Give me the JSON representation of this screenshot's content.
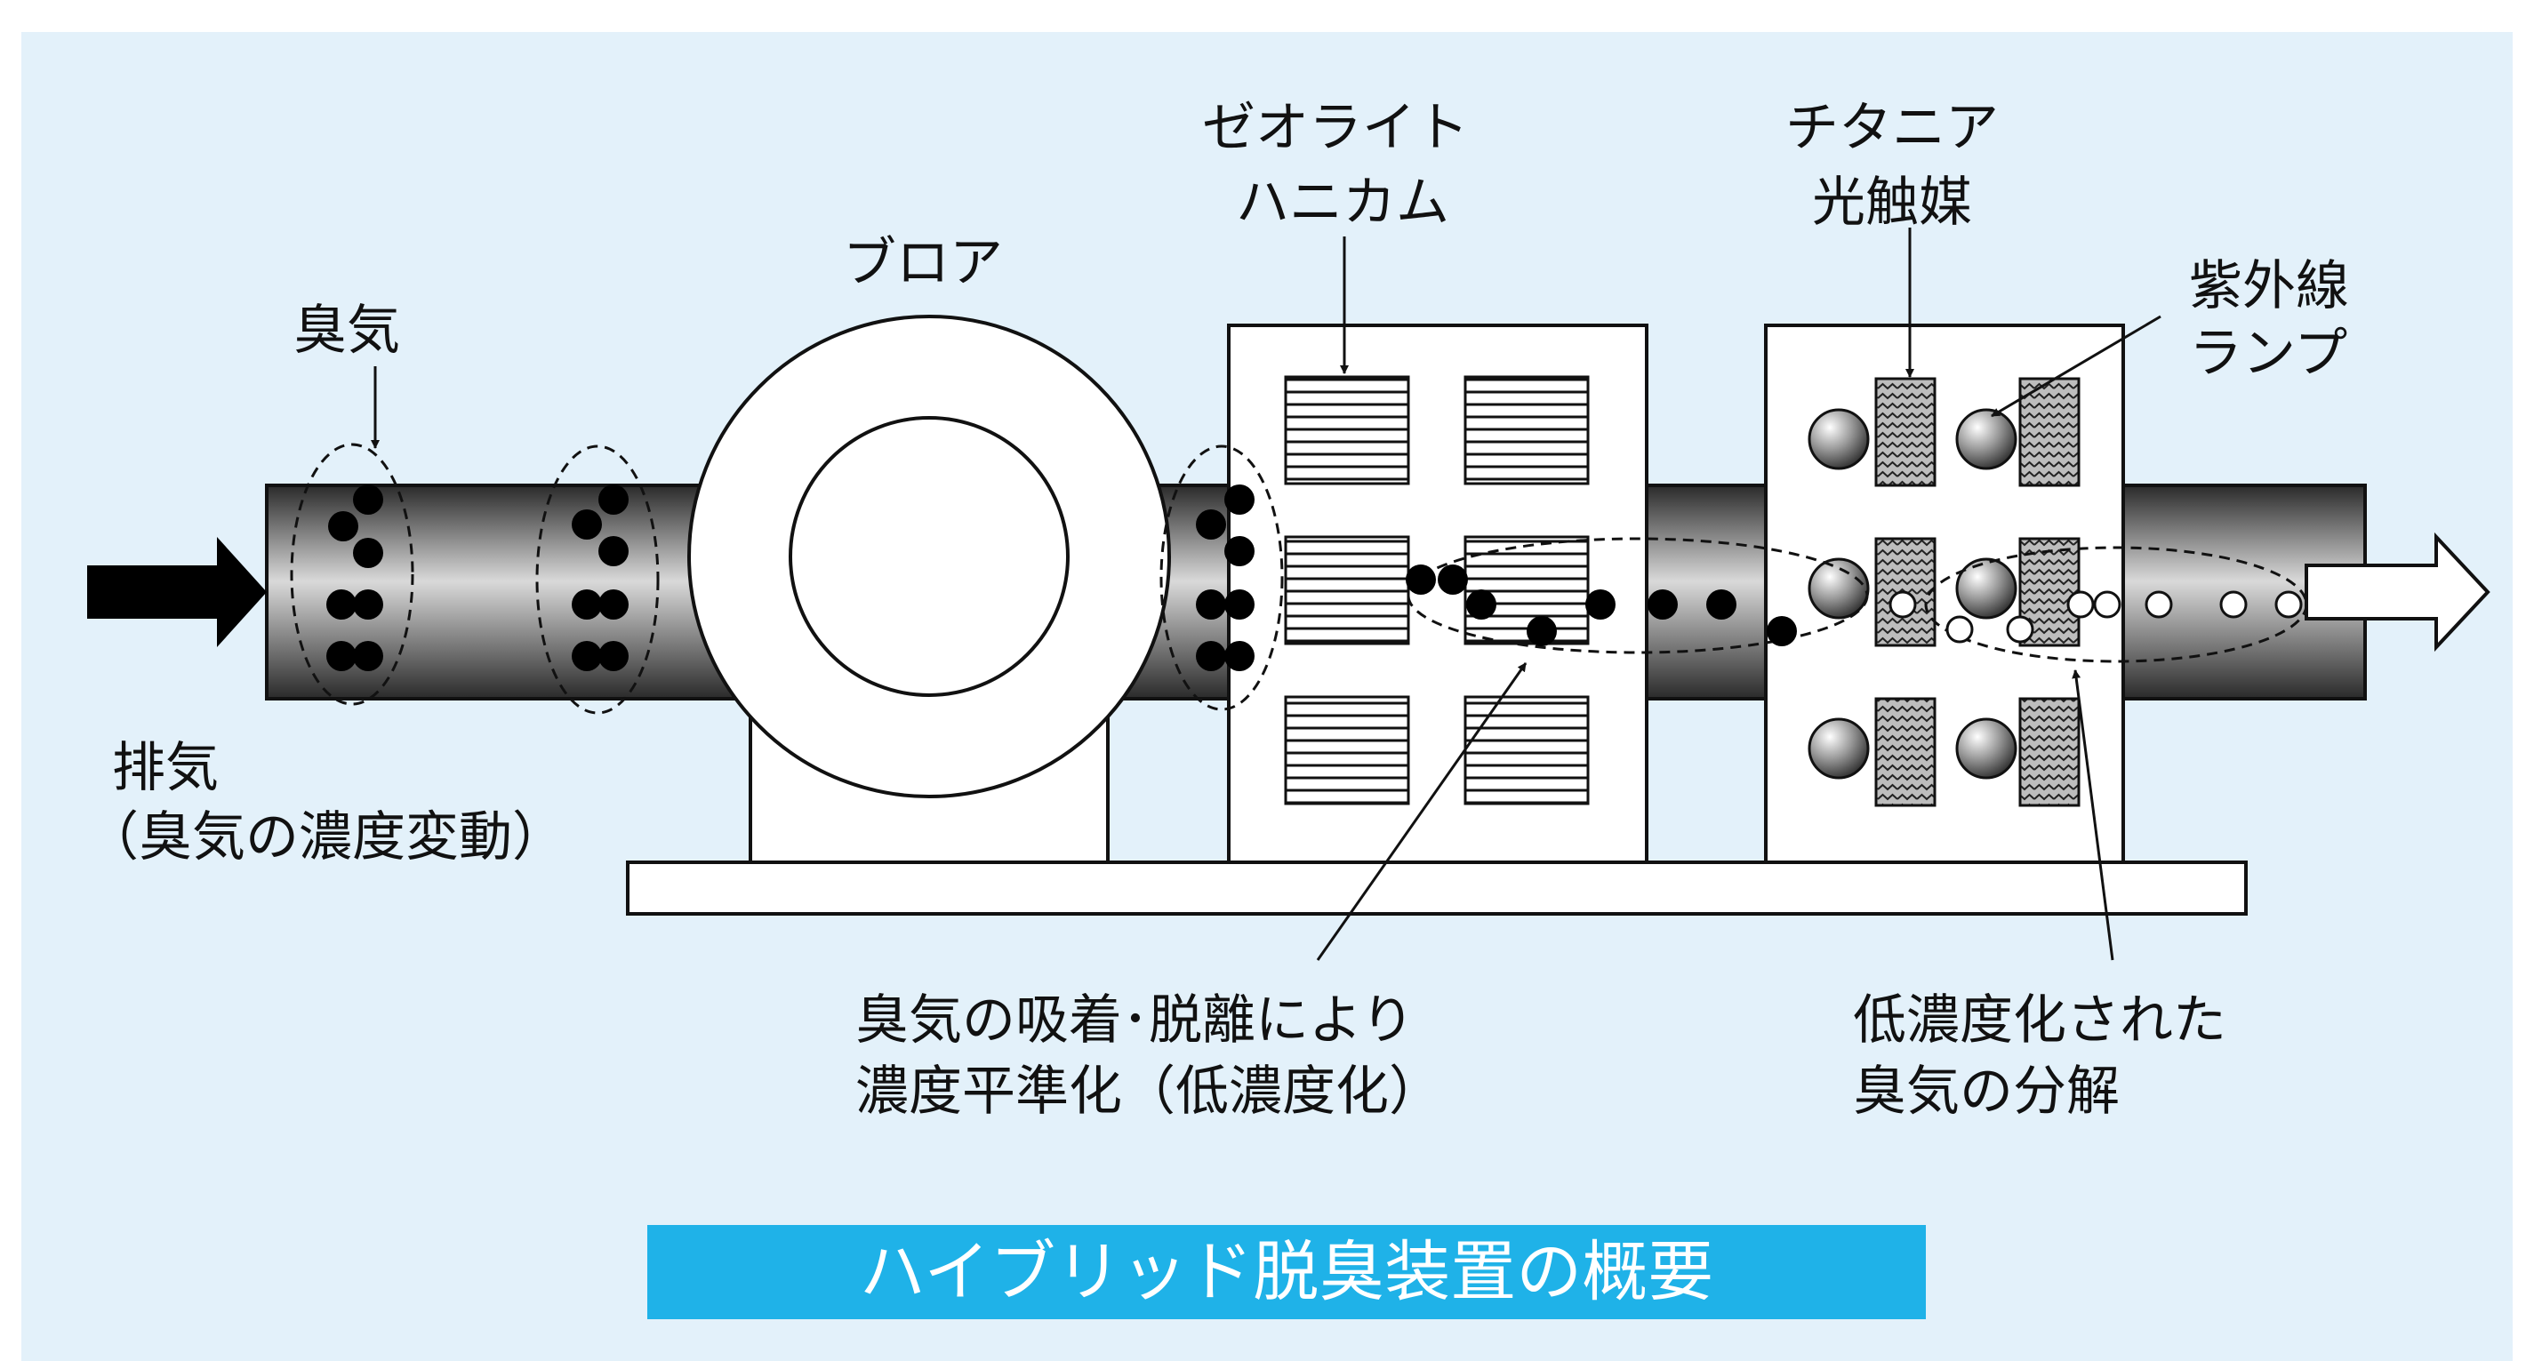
{
  "colors": {
    "background": "#e3f1fa",
    "title_bar": "#1fb2e8",
    "ink": "#111111"
  },
  "labels": {
    "odor": "臭気",
    "blower": "ブロア",
    "zeolite_line1": "ゼオライト",
    "zeolite_line2": "ハニカム",
    "titania_line1": "チタニア",
    "titania_line2": "光触媒",
    "uv_line1": "紫外線",
    "uv_line2": "ランプ",
    "exhaust_line1": "排気",
    "exhaust_line2": "（臭気の濃度変動）",
    "adsorption_line1": "臭気の吸着･脱離により",
    "adsorption_line2": "濃度平準化（低濃度化）",
    "decomposition_line1": "低濃度化された",
    "decomposition_line2": "臭気の分解"
  },
  "title": "ハイブリッド脱臭装置の概要",
  "icons": [
    "inlet-arrow-icon",
    "outlet-arrow-icon",
    "uv-lamp-icon"
  ]
}
